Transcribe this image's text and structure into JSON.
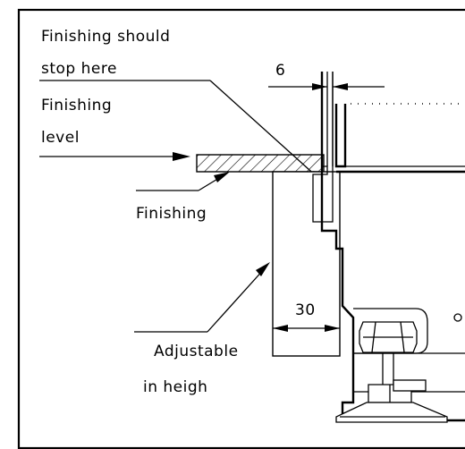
{
  "labels": {
    "finishing_stop_line1": "Finishing should",
    "finishing_stop_line2": "stop here",
    "finishing_level_line1": "Finishing",
    "finishing_level_line2": "level",
    "finishing": "Finishing",
    "adjustable_line1": "Adjustable",
    "adjustable_line2": "in heigh"
  },
  "dimensions": {
    "gap": "6",
    "width": "30"
  }
}
